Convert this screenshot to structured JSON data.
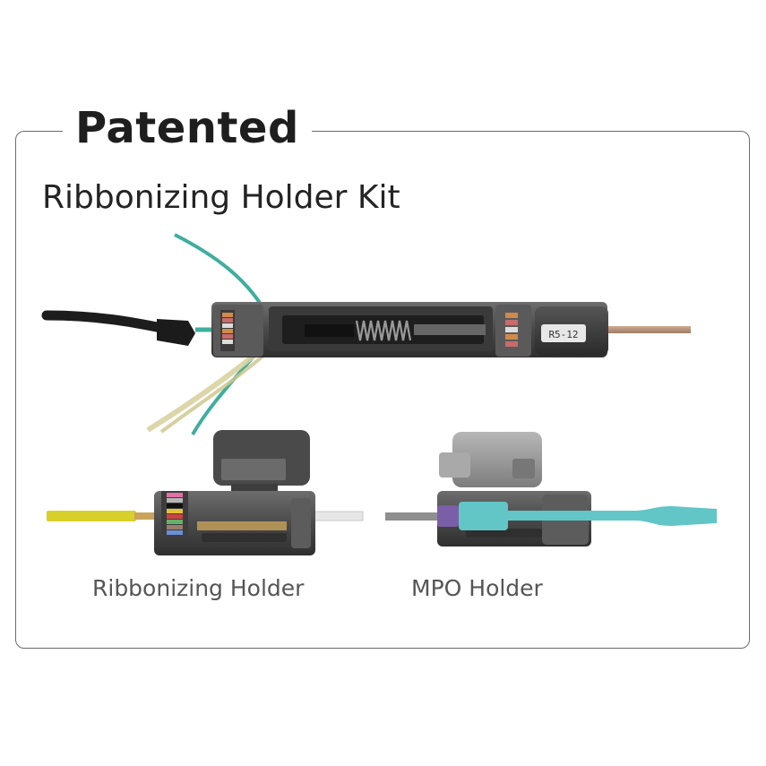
{
  "heading": {
    "badge": "Patented",
    "title": "Ribbonizing Holder Kit"
  },
  "main_device": {
    "label": "R5-12"
  },
  "products": [
    {
      "caption": "Ribbonizing Holder"
    },
    {
      "caption": "MPO Holder"
    }
  ],
  "colors": {
    "frame": "#6b6b6b",
    "fiber_teal": "#3fae9d",
    "fiber_yellow": "#d7d02a",
    "mpo_cyan": "#62c6c6"
  }
}
